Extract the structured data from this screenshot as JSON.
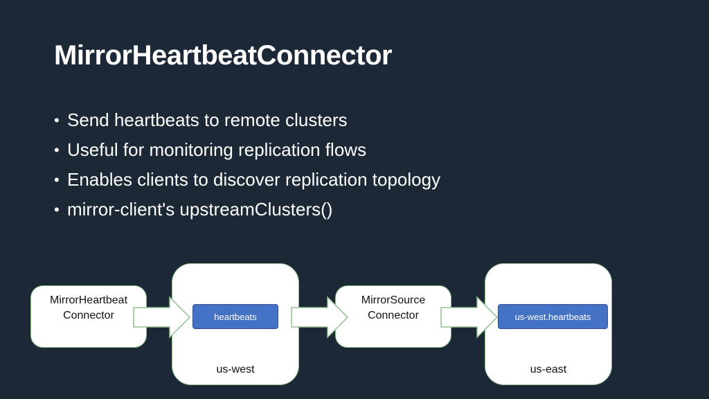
{
  "slide": {
    "title": "MirrorHeartbeatConnector",
    "bullets": [
      "Send heartbeats to remote clusters",
      "Useful for monitoring replication flows",
      "Enables clients to discover replication topology",
      "mirror-client's upstreamClusters()"
    ],
    "bullet_glyph": "•"
  },
  "diagram": {
    "heartbeat_connector": {
      "line1": "MirrorHeartbeat",
      "line2": "Connector"
    },
    "source_cluster": {
      "label": "us-west",
      "topic": "heartbeats"
    },
    "source_connector": {
      "line1": "MirrorSource",
      "line2": "Connector"
    },
    "target_cluster": {
      "label": "us-east",
      "topic": "us-west.heartbeats"
    },
    "colors": {
      "background": "#1c2836",
      "box_fill": "#ffffff",
      "box_border": "#8fc08f",
      "topic_fill": "#4472c4"
    }
  }
}
